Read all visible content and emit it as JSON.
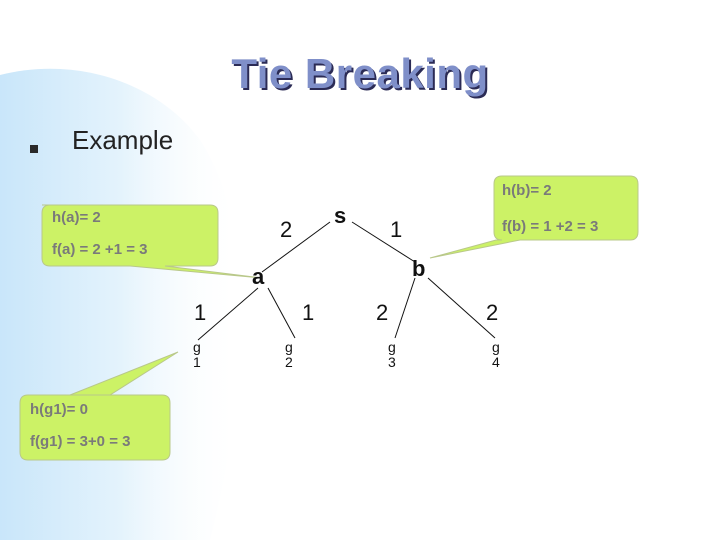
{
  "slide": {
    "title": "Tie Breaking",
    "bullet": "Example"
  },
  "colors": {
    "title": "#7f8fc9",
    "title_shadow": "#2b2b55",
    "callout_fill": "#ccf266",
    "callout_text": "#7a7a7a",
    "background_arc": "#d4ecfb"
  },
  "tree": {
    "nodes": {
      "s": "s",
      "a": "a",
      "b": "b",
      "g1": [
        "g",
        "1"
      ],
      "g2": [
        "g",
        "2"
      ],
      "g3": [
        "g",
        "3"
      ],
      "g4": [
        "g",
        "4"
      ]
    },
    "edges": {
      "s_a": "2",
      "s_b": "1",
      "a_g1": "1",
      "a_g2": "1",
      "b_g3": "2",
      "b_g4": "2"
    }
  },
  "callouts": {
    "a": [
      "h(a)= 2",
      "f(a) = 2 +1 = 3"
    ],
    "b": [
      "h(b)= 2",
      "f(b) = 1 +2 = 3"
    ],
    "g1": [
      "h(g1)= 0",
      "f(g1) = 3+0 = 3"
    ]
  }
}
